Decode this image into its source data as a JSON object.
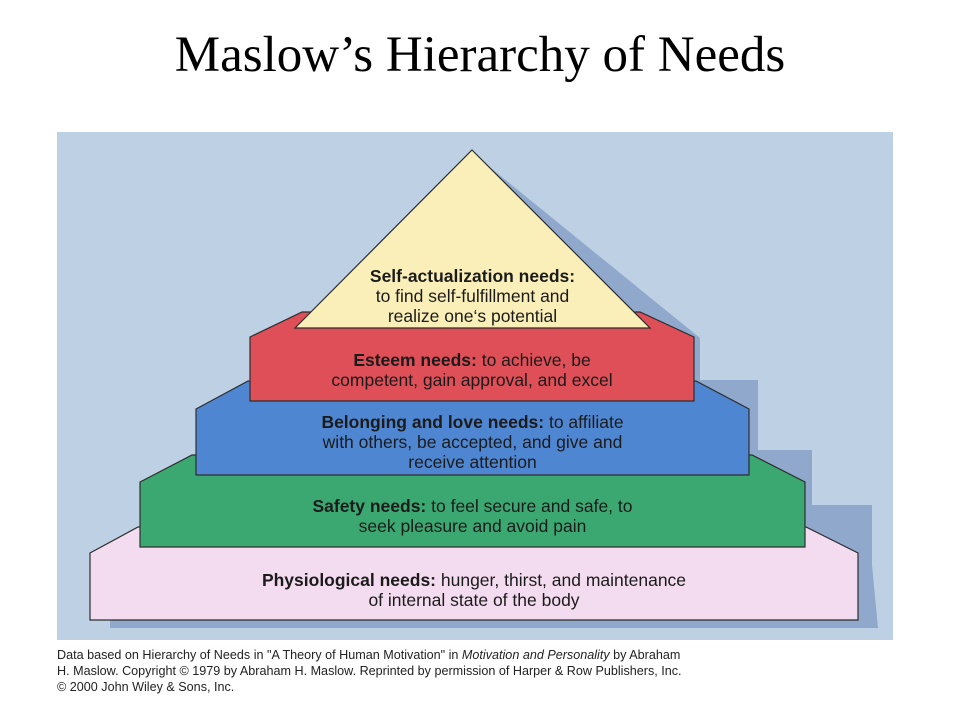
{
  "title": "Maslow’s Hierarchy of Needs",
  "colors": {
    "panel": "#bdd0e4",
    "shadow": "#8fa8cb",
    "apex": "#fbefb9",
    "esteem": "#de4f57",
    "belonging": "#4f86d1",
    "safety": "#3aa870",
    "physiological": "#f4dcf0"
  },
  "pyramid": {
    "self_actualization": {
      "heading": "Self-actualization needs:",
      "line2": "to find self-fulfillment and",
      "line3": "realize one‘s potential"
    },
    "esteem": {
      "heading": "Esteem needs:",
      "line1_rest": " to achieve, be",
      "line2": "competent, gain approval, and excel"
    },
    "belonging": {
      "heading": "Belonging and love needs:",
      "line1_rest": " to affiliate",
      "line2": "with others, be accepted, and give and",
      "line3": "receive attention"
    },
    "safety": {
      "heading": "Safety needs:",
      "line1_rest": " to feel secure and safe, to",
      "line2": "seek pleasure and avoid pain"
    },
    "physiological": {
      "heading": "Physiological needs:",
      "line1_rest": " hunger, thirst, and maintenance",
      "line2": "of internal state of the body"
    }
  },
  "caption": {
    "part1": "Data based on Hierarchy of Needs in \"A Theory of Human Motivation\" in ",
    "book": "Motivation and Personality",
    "part2": " by Abraham",
    "line2": "H. Maslow. Copyright © 1979 by Abraham H. Maslow. Reprinted by permission of Harper & Row Publishers, Inc.",
    "line3": "© 2000 John Wiley & Sons, Inc."
  }
}
